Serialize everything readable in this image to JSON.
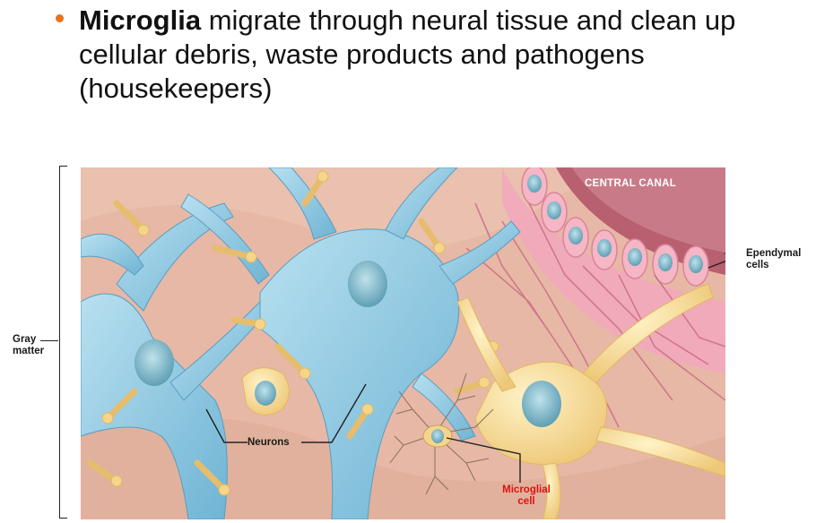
{
  "bullet": {
    "term": "Microglia",
    "rest": " migrate through neural tissue and clean up cellular debris, waste products and pathogens (housekeepers)"
  },
  "figure": {
    "labels": {
      "central_canal": "CENTRAL CANAL",
      "ependymal": "Ependymal cells",
      "gray_matter": "Gray matter",
      "neurons": "Neurons",
      "microglial": "Microglial cell"
    }
  },
  "colors": {
    "bullet_accent": "#e8731a",
    "neuron_blue": "#8ec9e2",
    "glia_yellow": "#f4d58a",
    "tissue_pink": "#e9bfae",
    "ependymal_pink": "#ee9fb2",
    "microglia_label": "#e01010"
  }
}
